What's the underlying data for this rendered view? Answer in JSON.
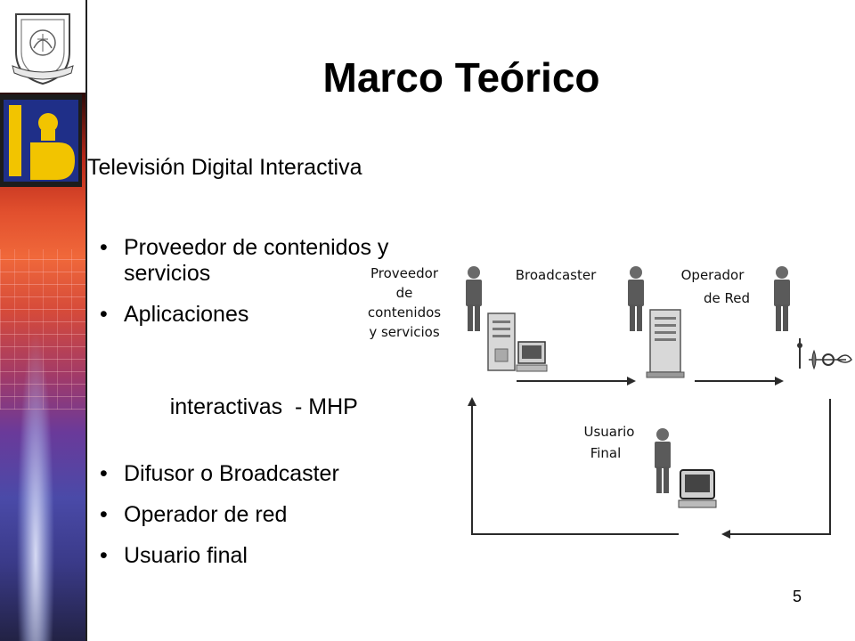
{
  "slide": {
    "title": "Marco Teórico",
    "subtitle": "Televisión Digital Interactiva",
    "bullets": [
      {
        "bullet": "•",
        "text": "Proveedor de contenidos y servicios"
      },
      {
        "bullet": "•",
        "text": "Aplicaciones"
      },
      {
        "bullet": "",
        "text": "interactivas  - MHP"
      },
      {
        "bullet": "•",
        "text": "Difusor o Broadcaster"
      },
      {
        "bullet": "•",
        "text": "Operador de red"
      },
      {
        "bullet": "•",
        "text": "Usuario final"
      }
    ],
    "page_number": "5"
  },
  "diagram": {
    "provider_label": [
      "Proveedor",
      "de",
      "contenidos",
      "y servicios"
    ],
    "broadcaster_label": "Broadcaster",
    "operator_label": [
      "Operador",
      "de Red"
    ],
    "end_user_label": [
      "Usuario",
      "Final"
    ]
  },
  "colors": {
    "text": "#000000",
    "logo_blue": "#1f2f88",
    "logo_yellow": "#f2c400",
    "diagram_gray": "#5a5a5a"
  },
  "icons": [
    "university-seal-icon",
    "institution-logo-icon",
    "person-icon",
    "server-icon",
    "computer-icon",
    "antenna-icon",
    "television-icon"
  ]
}
